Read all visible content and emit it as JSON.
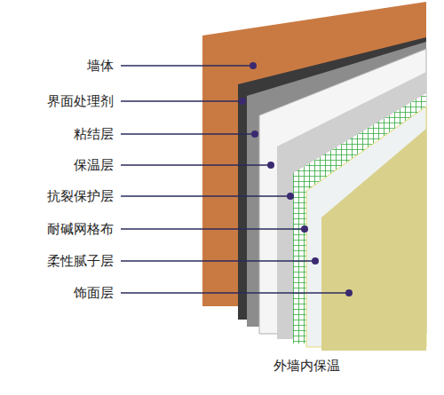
{
  "diagram": {
    "caption": "外墙内保温",
    "labels": [
      "墙体",
      "界面处理剂",
      "粘结层",
      "保温层",
      "抗裂保护层",
      "耐碱网格布",
      "柔性腻子层",
      "饰面层"
    ]
  }
}
